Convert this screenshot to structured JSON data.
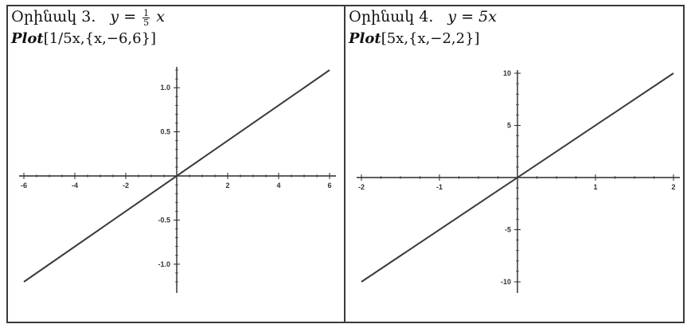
{
  "panels": [
    {
      "example_label": "Օրինակ 3.",
      "equation": {
        "lhs": "y =",
        "frac_num": "1",
        "frac_den": "5",
        "rhs": "x"
      },
      "command": {
        "fn": "Plot",
        "args": "[1/5x,{x,−6,6}]"
      }
    },
    {
      "example_label": "Օրինակ 4.",
      "equation": {
        "lhs": "y = 5x"
      },
      "command": {
        "fn": "Plot",
        "args": "[5x,{x,−2,2}]"
      }
    }
  ],
  "chart_data": [
    {
      "type": "line",
      "title": "",
      "xlabel": "",
      "ylabel": "",
      "xlim": [
        -6,
        6
      ],
      "ylim": [
        -1.2,
        1.2
      ],
      "x_ticks": [
        -6,
        -4,
        -2,
        2,
        4,
        6
      ],
      "x_tick_labels": [
        "-6",
        "-4",
        "-2",
        "2",
        "4",
        "6"
      ],
      "y_ticks": [
        1.0,
        0.5,
        -0.5,
        -1.0
      ],
      "y_tick_labels": [
        "1.0",
        "0.5",
        "-0.5",
        "-1.0"
      ],
      "series": [
        {
          "x": [
            -6,
            6
          ],
          "y": [
            -1.2,
            1.2
          ]
        }
      ],
      "grid": false,
      "line_color": "#3a3a3a"
    },
    {
      "type": "line",
      "title": "",
      "xlabel": "",
      "ylabel": "",
      "xlim": [
        -2,
        2
      ],
      "ylim": [
        -10,
        10
      ],
      "x_ticks": [
        -2,
        -1,
        1,
        2
      ],
      "x_tick_labels": [
        "-2",
        "-1",
        "1",
        "2"
      ],
      "y_ticks": [
        10,
        5,
        -5,
        -10
      ],
      "y_tick_labels": [
        "10",
        "5",
        "-5",
        "-10"
      ],
      "series": [
        {
          "x": [
            -2,
            2
          ],
          "y": [
            -10,
            10
          ]
        }
      ],
      "grid": false,
      "line_color": "#3a3a3a"
    }
  ]
}
